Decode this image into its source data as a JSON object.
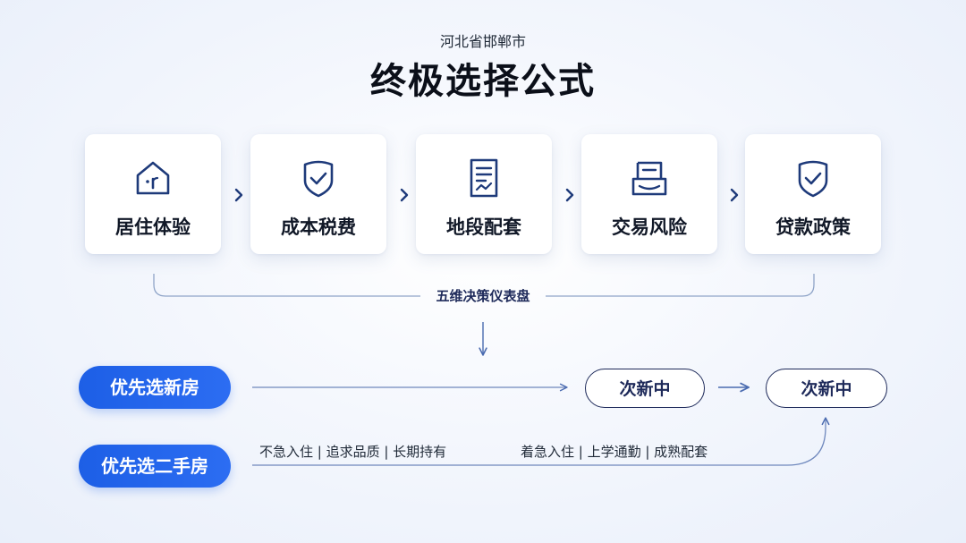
{
  "header": {
    "subtitle": "河北省邯郸市",
    "title": "终极选择公式"
  },
  "factors": [
    {
      "label": "居住体验",
      "icon": "house-icon"
    },
    {
      "label": "成本税费",
      "icon": "shield-check-icon"
    },
    {
      "label": "地段配套",
      "icon": "document-chart-icon"
    },
    {
      "label": "交易风险",
      "icon": "inbox-tray-icon"
    },
    {
      "label": "贷款政策",
      "icon": "shield-check-icon"
    }
  ],
  "dashboard": {
    "label": "五维决策仪表盘"
  },
  "paths": {
    "new_house": "优先选新房",
    "second_hand": "优先选二手房",
    "sub_new_1": "次新中",
    "sub_new_2": "次新中"
  },
  "tags": {
    "left": "不急入住 | 追求品质 | 长期持有",
    "right": "着急入住 | 上学通勤 | 成熟配套"
  },
  "colors": {
    "accent": "#1d5fe6",
    "icon_stroke": "#1e3a7a",
    "line": "#8fa4c8",
    "text_dark": "#111827"
  }
}
